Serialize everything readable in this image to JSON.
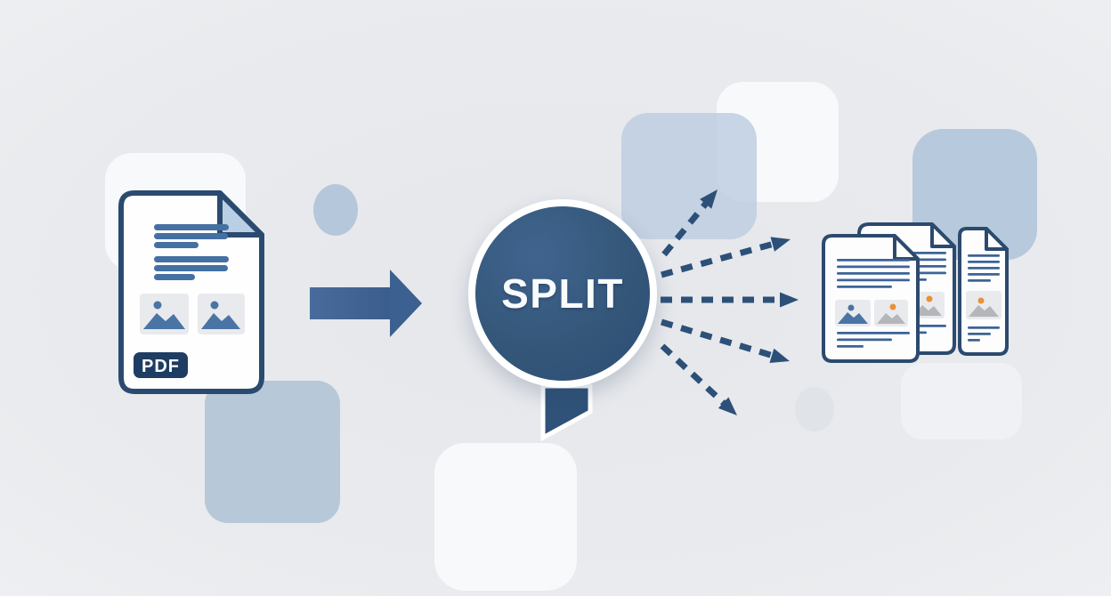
{
  "diagram": {
    "split_label": "SPLIT",
    "pdf_badge_label": "PDF",
    "source_document_text_lines": 6,
    "source_document_images": 2,
    "output_document_count": 3,
    "split_arrow_count": 5
  },
  "colors": {
    "background": "#e9ebee",
    "navy_outline": "#2c4a6e",
    "circle_fill": "#335779",
    "dashed_arrow": "#2d5078",
    "doc_text_line_blue": "#4470a2",
    "output_doc_line_blue": "#3c6496",
    "light_blue_shape": "#b8c9da",
    "white_shape": "#f8f9fb",
    "badge_background": "#1f3d62",
    "fold_light_blue": "#b9cfe4",
    "image_placeholder_gray": "#e9eaed",
    "mountain_blue": "#4a74a6",
    "mountain_gray": "#b4b6ba",
    "orange_dot": "#e8913b",
    "solid_arrow_gradient_start": "#496b9c",
    "solid_arrow_gradient_end": "#3a5d8d"
  }
}
